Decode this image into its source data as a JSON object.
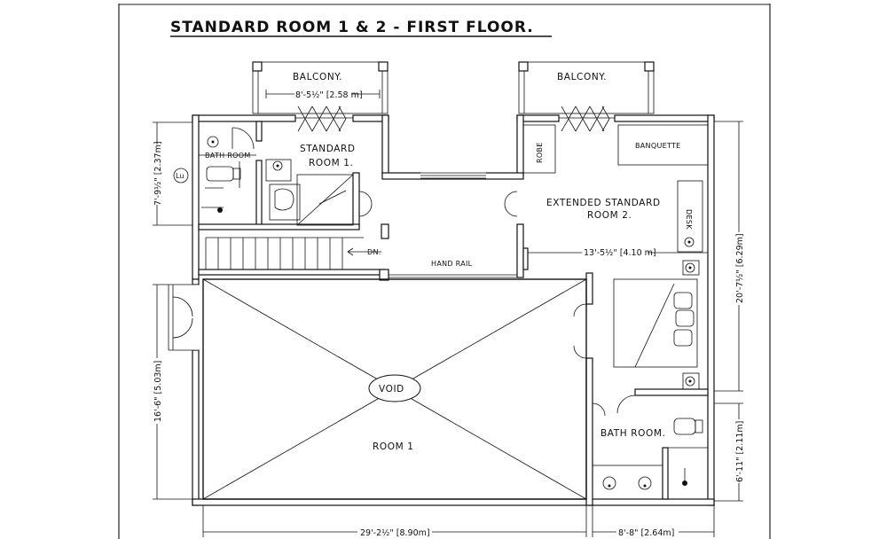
{
  "title": "STANDARD ROOM 1 & 2 - FIRST FLOOR.",
  "labels": {
    "balcony_left": "BALCONY.",
    "balcony_right": "BALCONY.",
    "standard_room_1_line1": "STANDARD",
    "standard_room_1_line2": "ROOM 1.",
    "extended_line1": "EXTENDED STANDARD",
    "extended_line2": "ROOM 2.",
    "bath_room_small": "BATH ROOM",
    "bath_room": "BATH ROOM.",
    "robe": "ROBE",
    "banquette": "BANQUETTE",
    "desk": "DESK",
    "dn": "DN.",
    "hand_rail": "HAND RAIL",
    "void": "VOID",
    "room_1": "ROOM 1",
    "lu": "Lu"
  },
  "dimensions": {
    "balcony_width": "8'-5½\" [2.58 m]",
    "room2_width": "13'-5½\" [4.10 m]",
    "left_upper": "7'-9½\" [2.37m]",
    "left_lower": "16'-6\" [5.03m]",
    "right_upper": "20'-7½\" [6.29m]",
    "right_lower": "6'-11\" [2.11m]",
    "bottom_main": "29'-2½\" [8.90m]",
    "bottom_right": "8'-8\" [2.64m]"
  }
}
